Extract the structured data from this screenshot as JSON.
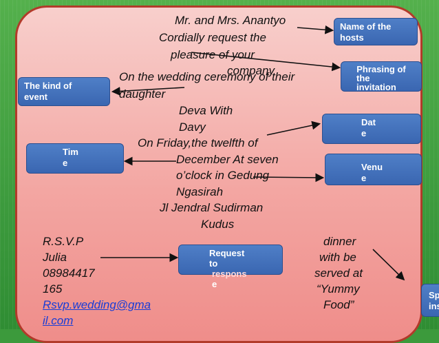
{
  "invitation": {
    "hosts_line1": "Mr. and Mrs. Anantyo",
    "hosts_line2": "Cordially request the",
    "hosts_line3": "pleasure of your",
    "hosts_line4": "company",
    "event_line1": "On the wedding ceremony of their",
    "event_line2": "daughter",
    "couple_line1": "Deva With",
    "couple_line2": "Davy",
    "date_line": "On Friday,the twelfth of",
    "date_line2": "December  At seven",
    "time_line": "o’clock in  Gedung",
    "venue_line1": "Ngasirah",
    "venue_line2": "Jl Jendral Sudirman",
    "venue_line3": "Kudus",
    "rsvp_line1": "R.S.V.P",
    "rsvp_line2": "Julia",
    "rsvp_line3": "08984417",
    "rsvp_line4": "165",
    "rsvp_email_line1": "Rsvp.wedding@gma",
    "rsvp_email_line2": "il.com",
    "dinner_line1": "dinner",
    "dinner_line2": "with  be",
    "dinner_line3": "served at",
    "dinner_line4": "“Yummy",
    "dinner_line5": "Food”"
  },
  "labels": {
    "hosts_1": "Name of the",
    "hosts_2": "hosts",
    "phrasing_1": "Phrasing of",
    "phrasing_2": "the",
    "phrasing_3": "invitation",
    "event_1": "The kind of",
    "event_2": "event",
    "date_1": "Dat",
    "date_2": "e",
    "time_1": "Tim",
    "time_2": "e",
    "venue_1": "Venu",
    "venue_2": "e",
    "request_1": "Request",
    "request_2": "to",
    "request_3": "respons",
    "request_4": "e",
    "special_1": "Spe",
    "special_2": "inst"
  },
  "colors": {
    "card_border": "#b23a2a",
    "label_blue": "#3a66b1",
    "background_green": "#3c9a3c",
    "link_blue": "#1a3dd6"
  }
}
